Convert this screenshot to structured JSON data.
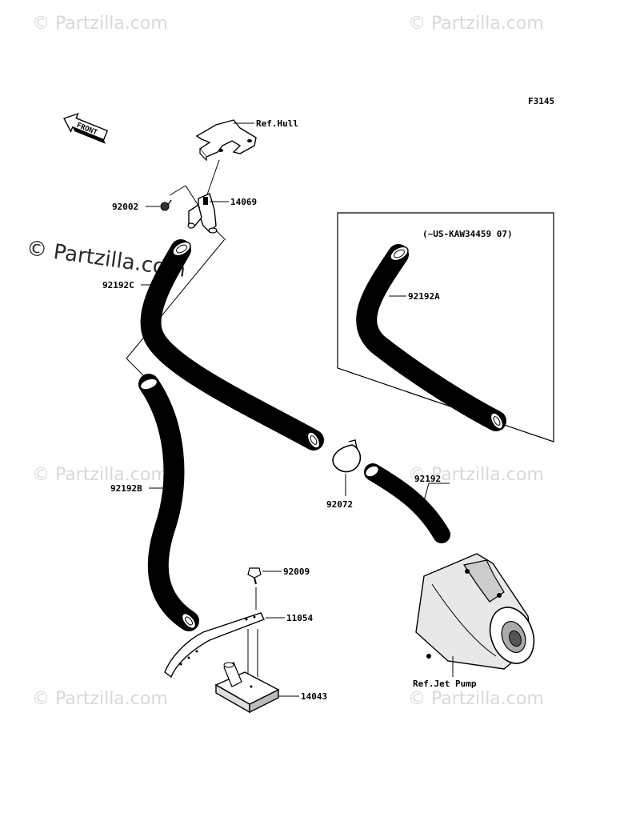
{
  "diagram": {
    "figure_code": "F3145",
    "front_label": "FRONT",
    "variant_note": "(~US-KAW34459  07)",
    "watermark_text": "© Partzilla.com",
    "parts": {
      "ref_hull": "Ref.Hull",
      "p14069": "14069",
      "p92002": "92002",
      "p92192c": "92192C",
      "p92192a": "92192A",
      "p92192b": "92192B",
      "p92072": "92072",
      "p92192": "92192",
      "p92009": "92009",
      "p11054": "11054",
      "p14043": "14043",
      "ref_jet_pump": "Ref.Jet Pump"
    }
  }
}
